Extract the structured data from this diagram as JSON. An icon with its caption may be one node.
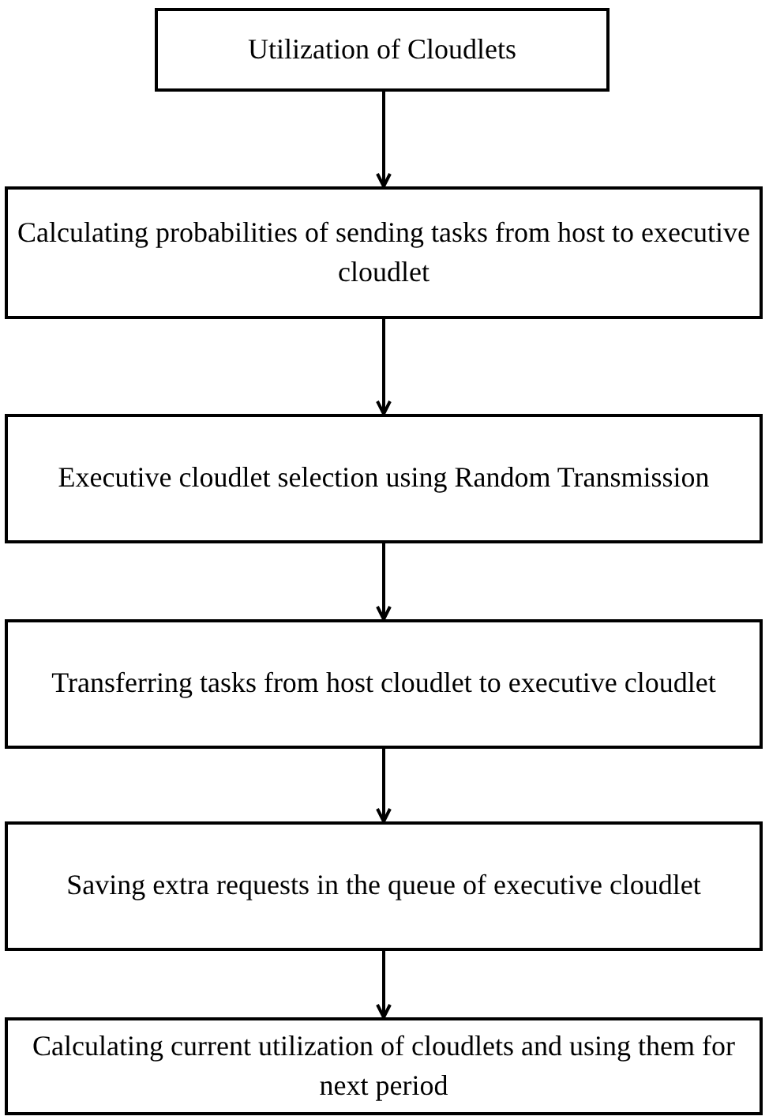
{
  "diagram": {
    "nodes": [
      {
        "text": [
          "Utilization of Cloudlets"
        ]
      },
      {
        "text": [
          "Calculating probabilities of sending tasks from host to executive cloudlet"
        ]
      },
      {
        "text": [
          "Executive cloudlet selection using Random Transmission"
        ]
      },
      {
        "text": [
          "Transferring tasks from host cloudlet to executive cloudlet"
        ]
      },
      {
        "text": [
          "Saving extra requests in the queue of executive cloudlet"
        ]
      },
      {
        "text": [
          "Calculating current utilization of cloudlets and using them for next period"
        ]
      }
    ],
    "edges": [
      {
        "from": 0,
        "to": 1,
        "arrow": "to"
      },
      {
        "from": 1,
        "to": 2,
        "arrow": "to"
      },
      {
        "from": 2,
        "to": 3,
        "arrow": "to"
      },
      {
        "from": 3,
        "to": 4,
        "arrow": "to"
      },
      {
        "from": 4,
        "to": 5,
        "arrow": "to"
      }
    ]
  }
}
